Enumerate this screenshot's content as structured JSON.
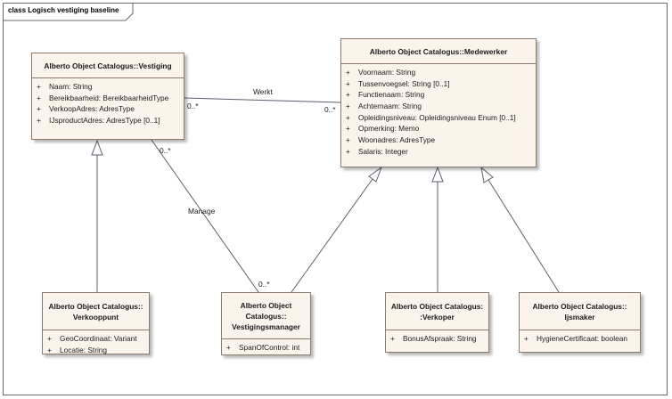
{
  "diagram": {
    "title": "class Logisch vestiging baseline"
  },
  "classes": {
    "vestiging": {
      "name": "Alberto Object Catalogus::Vestiging",
      "attributes": [
        {
          "vis": "+",
          "text": "Naam: String"
        },
        {
          "vis": "+",
          "text": "Bereikbaarheid: BereikbaarheidType"
        },
        {
          "vis": "+",
          "text": "VerkoopAdres: AdresType"
        },
        {
          "vis": "+",
          "text": "IJsproductAdres: AdresType [0..1]"
        }
      ]
    },
    "medewerker": {
      "name": "Alberto Object Catalogus::Medewerker",
      "attributes": [
        {
          "vis": "+",
          "text": "Voornaam: String"
        },
        {
          "vis": "+",
          "text": "Tussenvoegsel: String [0..1]"
        },
        {
          "vis": "+",
          "text": "Functienaam: String"
        },
        {
          "vis": "+",
          "text": "Achternaam: String"
        },
        {
          "vis": "+",
          "text": "Opleidingsniveau: Opleidingsniveau Enum [0..1]"
        },
        {
          "vis": "+",
          "text": "Opmerking: Memo"
        },
        {
          "vis": "+",
          "text": "Woonadres: AdresType"
        },
        {
          "vis": "+",
          "text": "Salaris: Integer"
        }
      ]
    },
    "verkooppunt": {
      "name_lines": [
        "Alberto Object Catalogus::",
        "Verkooppunt"
      ],
      "attributes": [
        {
          "vis": "+",
          "text": "GeoCoordinaat: Variant"
        },
        {
          "vis": "+",
          "text": "Locatie: String"
        }
      ]
    },
    "vestigingsmanager": {
      "name_lines": [
        "Alberto Object",
        "Catalogus::",
        "Vestigingsmanager"
      ],
      "attributes": [
        {
          "vis": "+",
          "text": "SpanOfControl: int"
        }
      ]
    },
    "verkoper": {
      "name_lines": [
        "Alberto Object Catalogus:",
        ":Verkoper"
      ],
      "attributes": [
        {
          "vis": "+",
          "text": "BonusAfspraak: String"
        }
      ]
    },
    "ijsmaker": {
      "name_lines": [
        "Alberto Object Catalogus::",
        "Ijsmaker"
      ],
      "attributes": [
        {
          "vis": "+",
          "text": "HygieneCertificaat: boolean"
        }
      ]
    }
  },
  "associations": {
    "werkt": {
      "name": "Werkt",
      "source_multiplicity": "0..*",
      "target_multiplicity": "0..*"
    },
    "manage": {
      "name": "Manage",
      "source_multiplicity": "0..*",
      "target_multiplicity": "0..*"
    }
  }
}
